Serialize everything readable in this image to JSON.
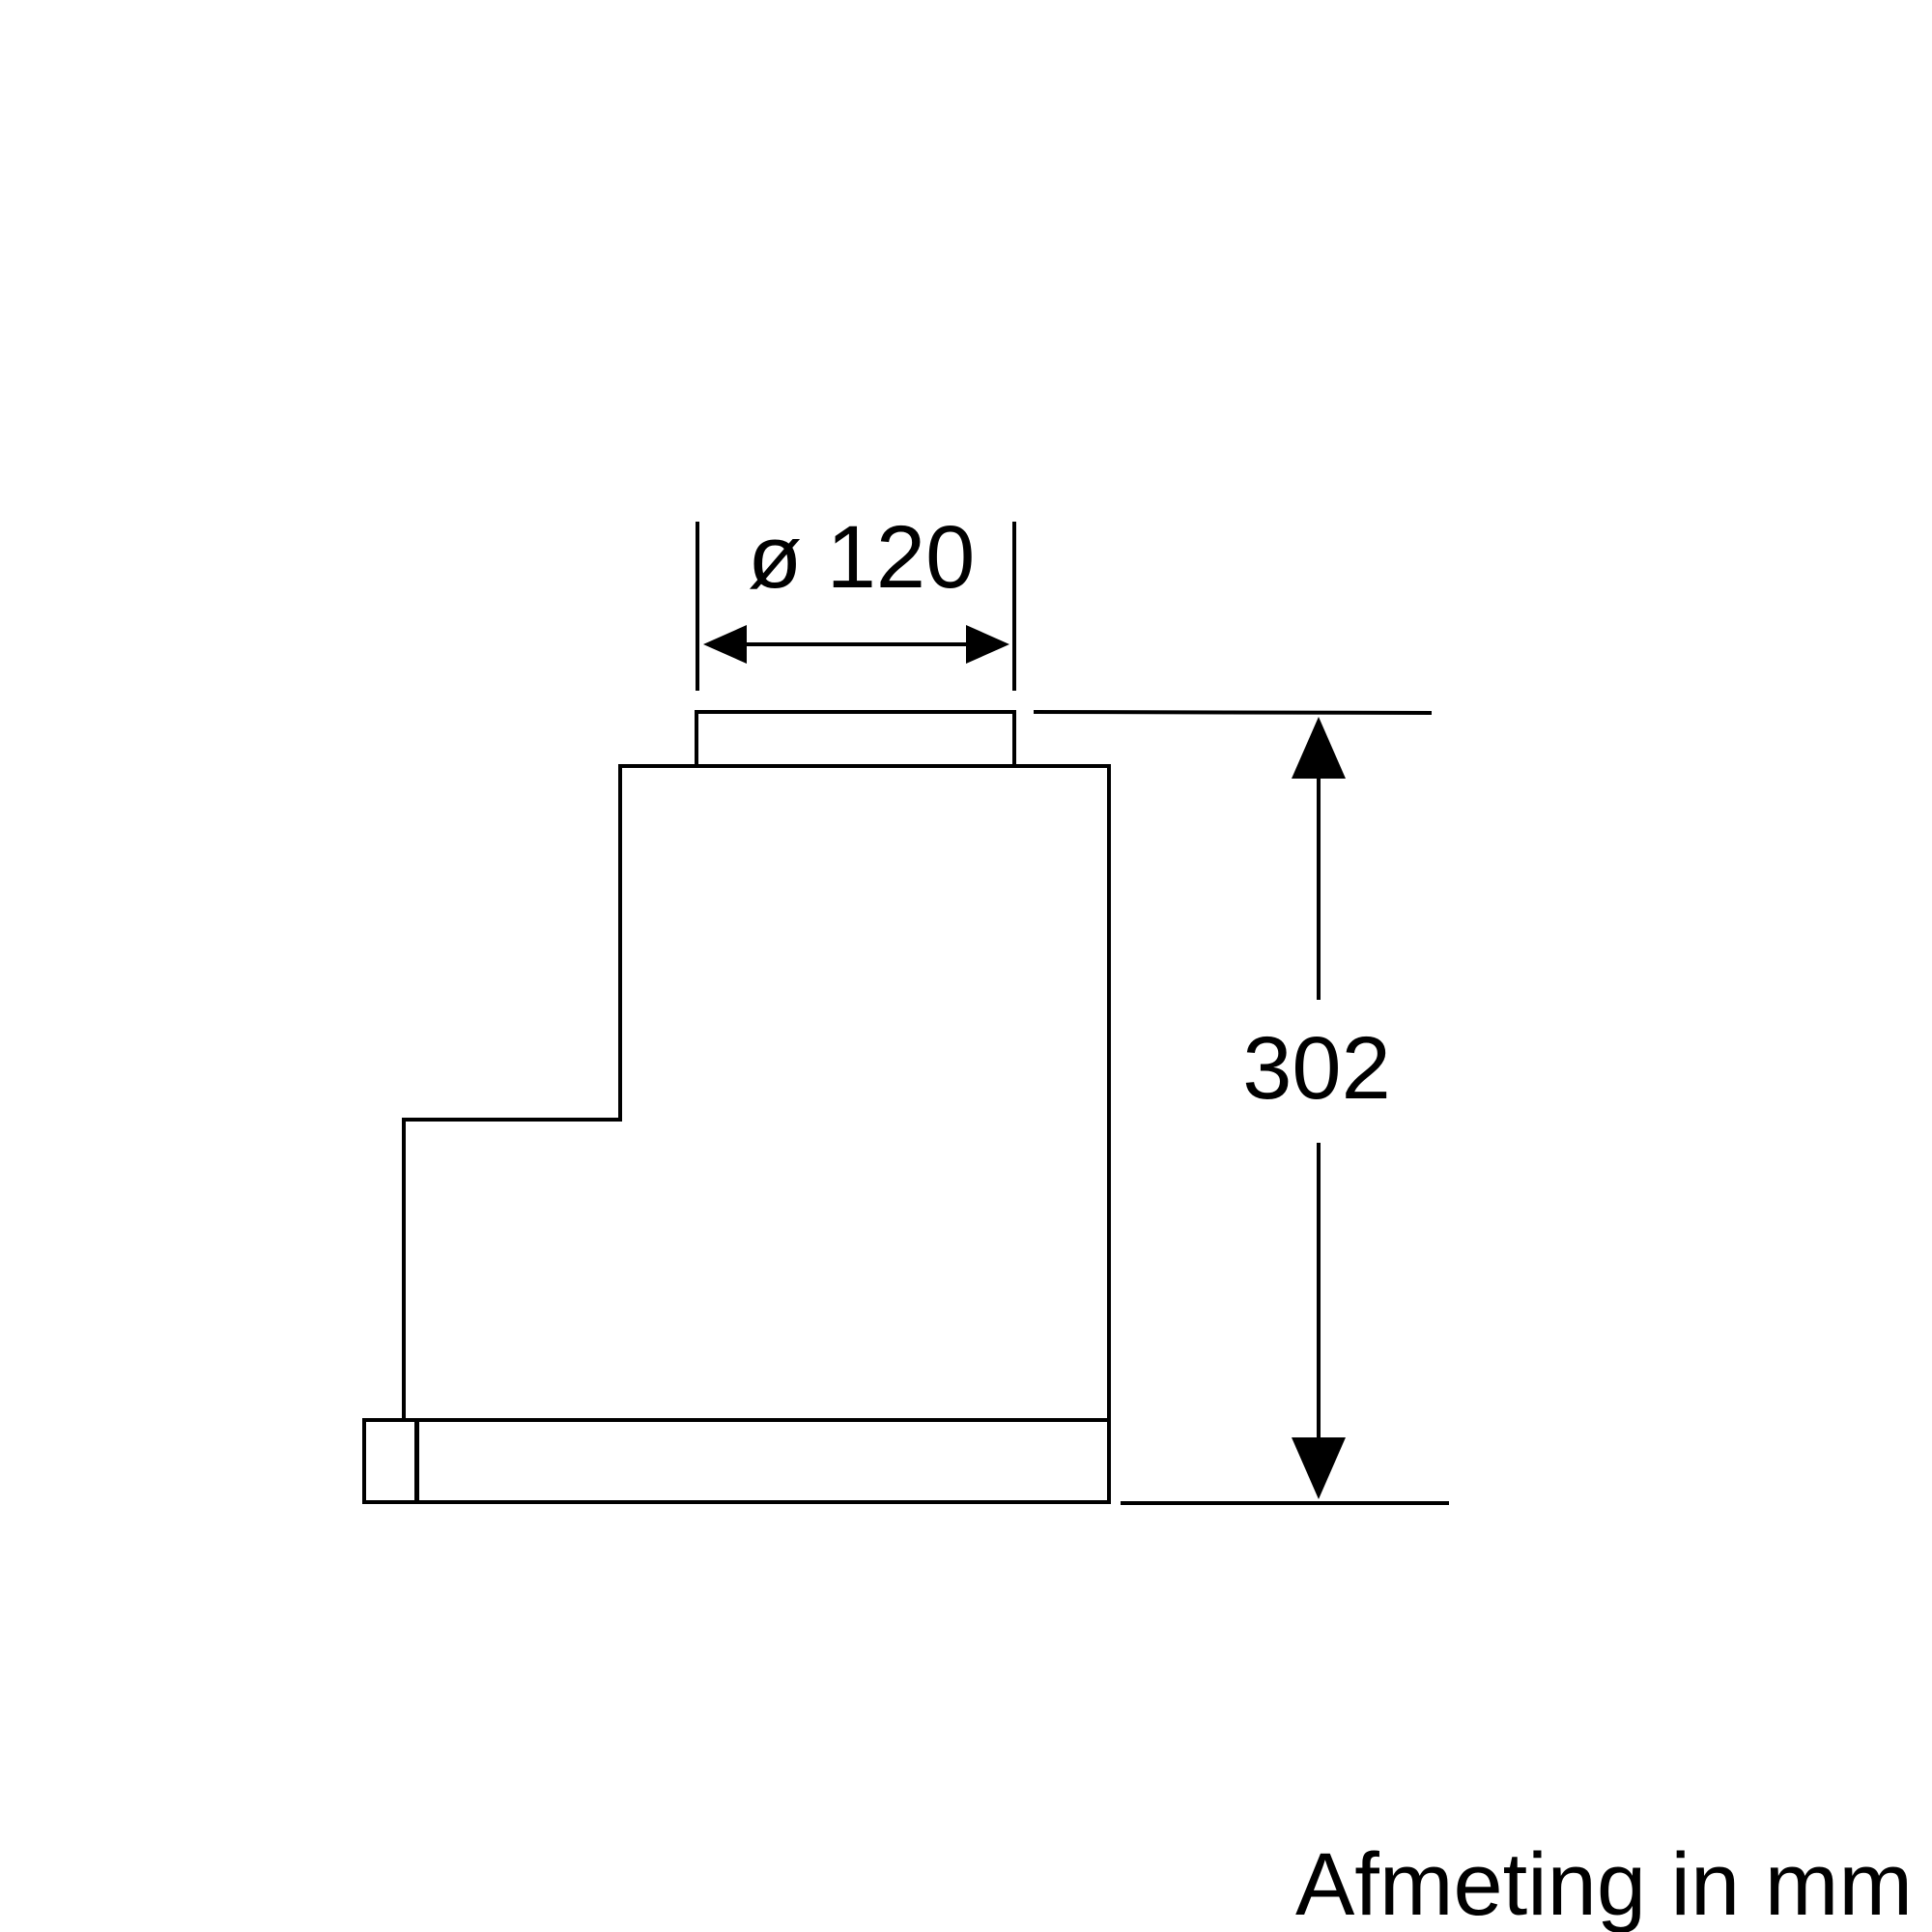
{
  "drawing": {
    "duct_diameter_label": "ø 120",
    "height_label": "302",
    "units_caption": "Afmeting in mm"
  }
}
